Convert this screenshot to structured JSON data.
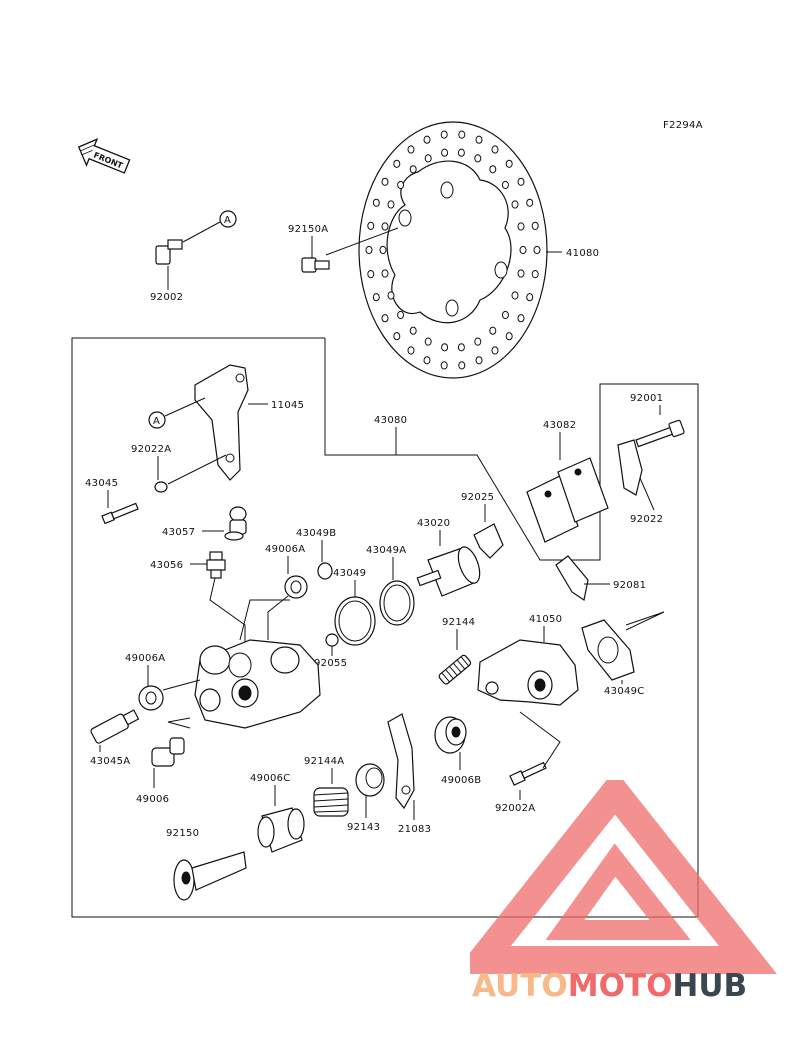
{
  "figure_code": "F2294A",
  "front_label": "FRONT",
  "ref_marker": "A",
  "labels": {
    "l92002": "92002",
    "l92150A": "92150A",
    "l41080": "41080",
    "l11045": "11045",
    "l43080": "43080",
    "l92022A": "92022A",
    "l43045": "43045",
    "l43057": "43057",
    "l43049B": "43049B",
    "l49006A_top": "49006A",
    "l43049A": "43049A",
    "l43049": "43049",
    "l43020": "43020",
    "l92025": "92025",
    "l43082": "43082",
    "l92001": "92001",
    "l92022": "92022",
    "l43056": "43056",
    "l92081": "92081",
    "l92144": "92144",
    "l41050": "41050",
    "l49006A_left": "49006A",
    "l92055": "92055",
    "l43049C": "43049C",
    "l43045A": "43045A",
    "l49006": "49006",
    "l92144A": "92144A",
    "l49006C": "49006C",
    "l92143": "92143",
    "l21083": "21083",
    "l49006B": "49006B",
    "l92002A": "92002A",
    "l92150": "92150"
  },
  "watermark": {
    "part1": "AUTO",
    "part2": "MOTO",
    "part3": "HUB",
    "color_light": "#f7b98a",
    "color_red": "#ef6b6b",
    "color_dark": "#3a4750"
  }
}
